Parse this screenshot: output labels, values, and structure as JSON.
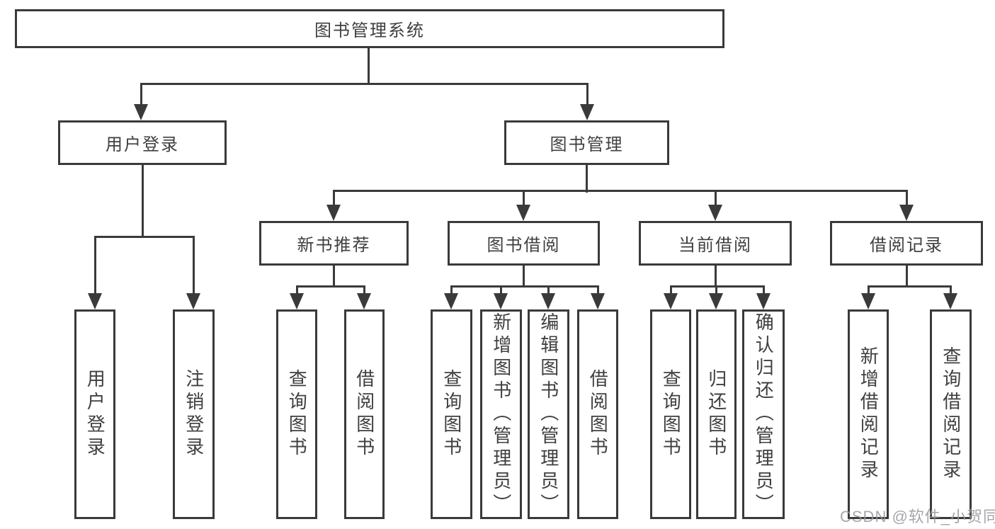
{
  "diagram": {
    "root": {
      "label": "图书管理系统"
    },
    "branches": {
      "user_login": {
        "label": "用户登录",
        "children": {
          "login": "用户登录",
          "logout": "注销登录"
        }
      },
      "book_mgmt": {
        "label": "图书管理",
        "sections": {
          "new_books": {
            "label": "新书推荐",
            "children": {
              "query": "查询图书",
              "borrow": "借阅图书"
            }
          },
          "book_borrow": {
            "label": "图书借阅",
            "children": {
              "query": "查询图书",
              "add": "新增图书（管理员）",
              "edit": "编辑图书（管理员）",
              "borrow": "借阅图书"
            }
          },
          "current_borrow": {
            "label": "当前借阅",
            "children": {
              "query": "查询图书",
              "return": "归还图书",
              "confirm": "确认归还（管理员）"
            }
          },
          "borrow_records": {
            "label": "借阅记录",
            "children": {
              "add": "新增借阅记录",
              "query": "查询借阅记录"
            }
          }
        }
      }
    },
    "watermark": "CSDN @软件_小贺同学"
  },
  "colors": {
    "line": "#3a3a3a",
    "text": "#3f3f3f",
    "box_background": "#ffffff",
    "watermark": "#96969e",
    "page_background": "#ffffff"
  }
}
